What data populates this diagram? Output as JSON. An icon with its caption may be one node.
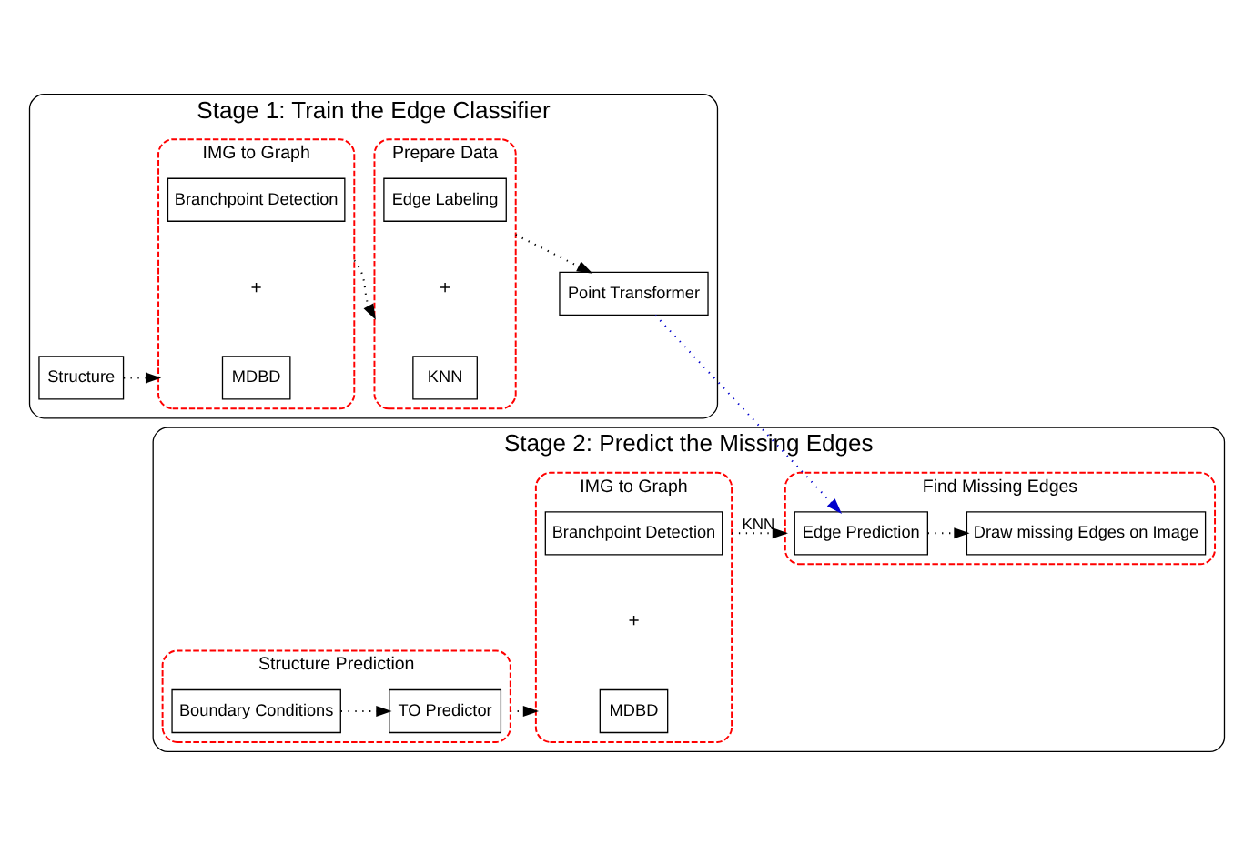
{
  "diagram": {
    "nodes": [
      {
        "text": [
          "Stage 1: Train the Edge Classifier"
        ]
      },
      {
        "text": [
          "Structure"
        ],
        "in": 0
      },
      {
        "text": [
          "IMG to Graph"
        ],
        "in": 0
      },
      {
        "text": [
          "MDBD"
        ],
        "in": 2
      },
      {
        "text": [
          "Branchpoint Detection"
        ],
        "in": 2
      },
      {
        "text": [
          "Prepare Data"
        ],
        "in": 0
      },
      {
        "text": [
          "KNN"
        ],
        "in": 5
      },
      {
        "text": [
          "Edge Labeling"
        ],
        "in": 5
      },
      {
        "text": [
          "Point Transformer"
        ],
        "in": 0
      },
      {
        "text": [
          "Stage 2: Predict the Missing Edges"
        ]
      },
      {
        "text": [
          "Structure Prediction"
        ],
        "in": 9
      },
      {
        "text": [
          "Boundary Conditions"
        ],
        "in": 10
      },
      {
        "text": [
          "TO Predictor"
        ],
        "in": 10
      },
      {
        "text": [
          "IMG to Graph"
        ],
        "in": 9
      },
      {
        "text": [
          "MDBD"
        ],
        "in": 13
      },
      {
        "text": [
          "Branchpoint Detection"
        ],
        "in": 13
      },
      {
        "text": [
          "Find Missing Edges"
        ],
        "in": 9
      },
      {
        "text": [
          "Edge Prediction"
        ],
        "in": 16
      },
      {
        "text": [
          "Draw missing Edges on Image"
        ],
        "in": 16
      }
    ],
    "edges": [
      {
        "from": 1,
        "to": 2,
        "arrow": "to"
      },
      {
        "from": 2,
        "to": 5,
        "arrow": "to"
      },
      {
        "from": 5,
        "to": 8,
        "arrow": "to"
      },
      {
        "from": 8,
        "to": 17,
        "arrow": "to",
        "color": "#0000cc"
      },
      {
        "from": 11,
        "to": 12,
        "arrow": "to"
      },
      {
        "from": 10,
        "to": 13,
        "arrow": "to"
      },
      {
        "from": 13,
        "to": 16,
        "arrow": "to",
        "label": "KNN"
      },
      {
        "from": 17,
        "to": 18,
        "arrow": "to"
      }
    ],
    "labels": [
      "+",
      "+",
      "+"
    ]
  }
}
